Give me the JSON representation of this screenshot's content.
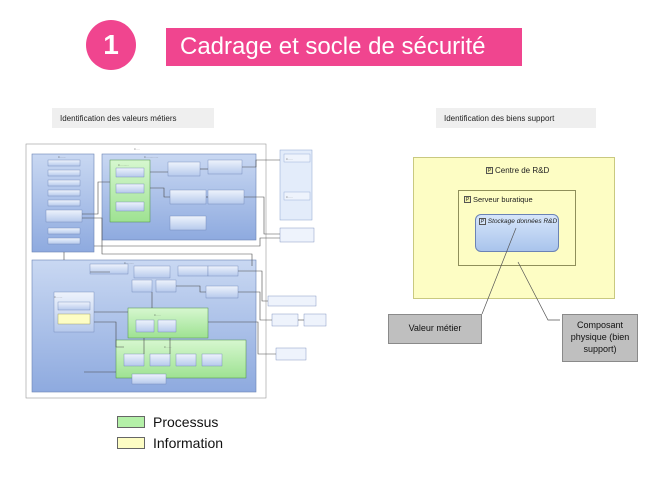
{
  "header": {
    "step_number": "1",
    "title": "Cadrage et socle de sécurité"
  },
  "left": {
    "label": "Identification des valeurs métiers"
  },
  "right": {
    "label": "Identification des biens support",
    "outer_box_label": "Centre de R&D",
    "middle_box_label": "Serveur buratique",
    "inner_box_label": "Stockage données R&D",
    "callout_left": "Valeur métier",
    "callout_right": "Composant physique (bien support)",
    "icon": "component-icon"
  },
  "legend": {
    "items": [
      {
        "label": "Processus",
        "color": "#b4f0a8"
      },
      {
        "label": "Information",
        "color": "#fdfdc4"
      }
    ]
  },
  "colors": {
    "accent": "#f0458f",
    "blue_box": "#9fb7e3",
    "green_box": "#b4f0a8",
    "yellow_box": "#fdfdc4"
  }
}
